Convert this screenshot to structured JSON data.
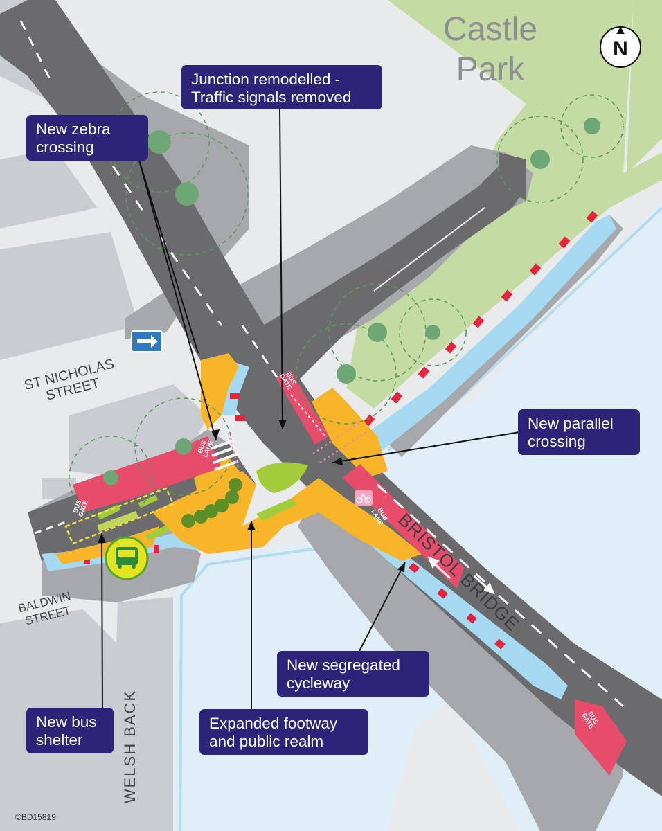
{
  "map": {
    "colors": {
      "background": "#e9eaec",
      "building": "#c9ccd1",
      "road": "#6b6b6d",
      "footway": "#a6a8ab",
      "park": "#c5dba4",
      "water": "#dfeef7",
      "river_edge": "#b7dbee",
      "expanded_footway": "#f8b529",
      "bus_lane": "#e74c6b",
      "cycleway": "#a6daf3",
      "planting": "#a2cc3a",
      "callout": "#2b2478"
    },
    "place_labels": {
      "castle_park": "Castle\nPark",
      "st_nicholas_street": "ST NICHOLAS\nSTREET",
      "baldwin_street": "BALDWIN\nSTREET",
      "bristol_bridge": "BRISTOL BRIDGE",
      "welsh_back": "WELSH BACK"
    },
    "road_markings": {
      "bus_lane_1": "BUS\nLANE",
      "bus_lane_2": "BUS\nLANE",
      "bus_gate_1": "BUS\nGATE",
      "bus_gate_2": "BUS\nGATE",
      "bus_gate_3": "BUS\nGATE"
    },
    "north_arrow": {
      "label": "N",
      "icon": "north-arrow-icon"
    },
    "callouts": {
      "zebra": "New zebra\ncrossing",
      "junction": "Junction remodelled -\nTraffic signals removed",
      "parallel": "New parallel\ncrossing",
      "cycleway": "New segregated\ncycleway",
      "bus_shelter": "New bus\nshelter",
      "footway": "Expanded footway\nand public realm"
    },
    "icons": [
      "bus-stop-icon",
      "one-way-arrow-icon",
      "bicycle-icon",
      "tree-icon"
    ],
    "copyright": "©BD15819"
  }
}
